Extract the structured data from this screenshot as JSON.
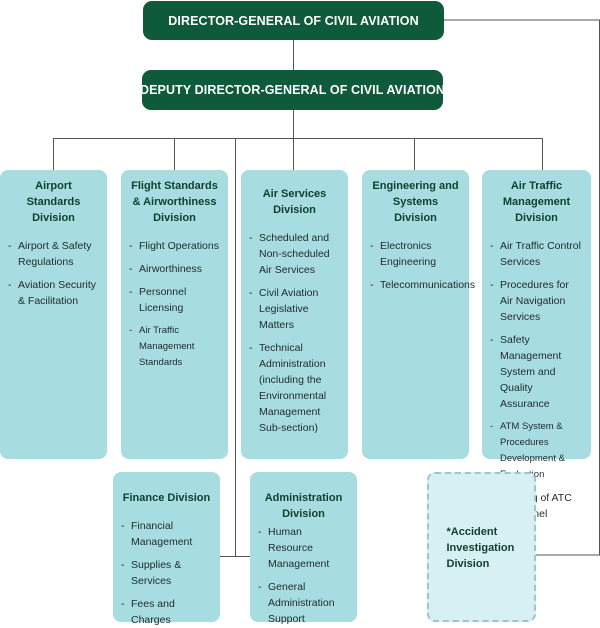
{
  "director_general": "DIRECTOR-GENERAL OF CIVIL AVIATION",
  "deputy_director_general": "DEPUTY DIRECTOR-GENERAL OF CIVIL AVIATION",
  "divisions": [
    {
      "title": "Airport Standards Division",
      "items": [
        "Airport & Safety Regulations",
        "Aviation Security & Facilitation"
      ]
    },
    {
      "title": "Flight Standards & Airworthiness Division",
      "items": [
        "Flight Operations",
        "Airworthiness",
        "Personnel Licensing",
        "Air Traffic Management Standards"
      ]
    },
    {
      "title": "Air Services Division",
      "items": [
        "Scheduled and Non-scheduled Air Services",
        "Civil Aviation Legislative Matters",
        "Technical Administration (including the Environmental Management Sub-section)"
      ]
    },
    {
      "title": "Engineering and Systems Division",
      "items": [
        "Electronics Engineering",
        "Telecommunications"
      ]
    },
    {
      "title": "Air Traffic Management Division",
      "items": [
        "Air Traffic Control Services",
        "Procedures for Air Navigation Services",
        "Safety Management System and Quality Assurance",
        "ATM System & Procedures Development & Evaluation",
        "Training of ATC Personnel"
      ]
    },
    {
      "title": "Finance Division",
      "items": [
        "Financial Management",
        "Supplies & Services",
        "Fees and Charges"
      ]
    },
    {
      "title": "Administration Division",
      "items": [
        "Human Resource Management",
        "General Administration Support"
      ]
    }
  ],
  "accident_investigation": "*Accident Investigation Division"
}
